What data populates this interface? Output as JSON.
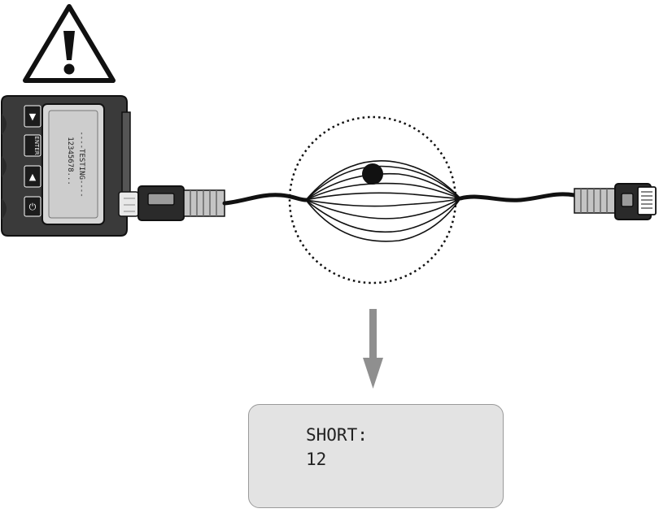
{
  "tester": {
    "screen_line1": "----TESTING----",
    "screen_line2": "12345678...",
    "button_labels": {
      "up": "▲",
      "enter": "ENTER",
      "down": "▼",
      "power": "⏻"
    }
  },
  "icons": {
    "warning": "warning-triangle-icon",
    "arrow": "arrow-down-icon"
  },
  "result": {
    "line1": "SHORT:",
    "line2": "12"
  },
  "colors": {
    "device_body": "#3a3a3a",
    "screen": "#d6d6d6",
    "cable": "#111111",
    "connector": "#9b9b9b",
    "arrow": "#8f8f8f",
    "result_bg": "#e3e3e3"
  }
}
